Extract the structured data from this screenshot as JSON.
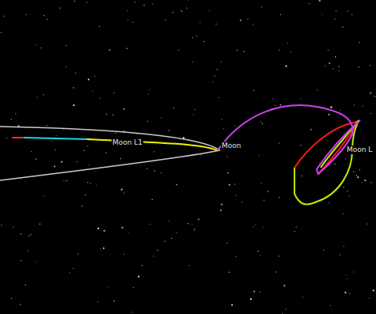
{
  "diagram": {
    "labels": [
      "Moon L1",
      "Moon",
      "Moon L"
    ]
  }
}
